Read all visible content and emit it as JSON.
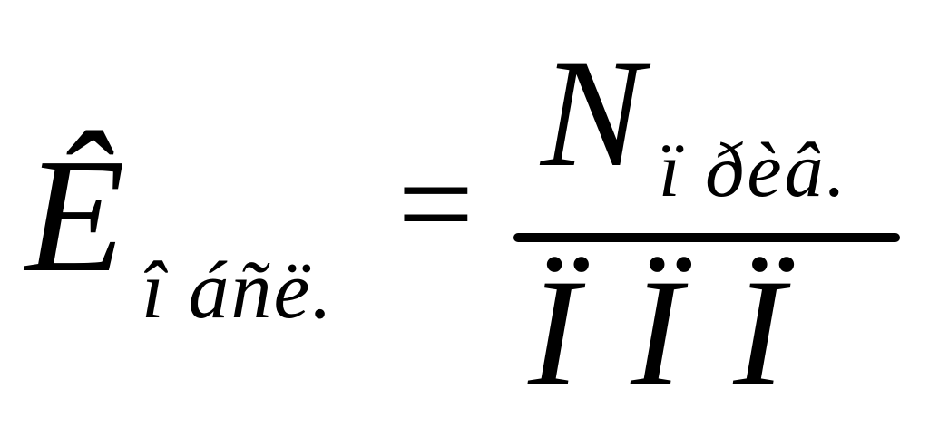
{
  "formula": {
    "lhs_main": "Ê",
    "lhs_subscript": "î áñë.",
    "equals": "=",
    "numerator_main": "N",
    "numerator_subscript": "ï ðèâ.",
    "denominator": "Ï Ï Ï"
  },
  "colors": {
    "ink": "#000000",
    "background": "#ffffff"
  }
}
